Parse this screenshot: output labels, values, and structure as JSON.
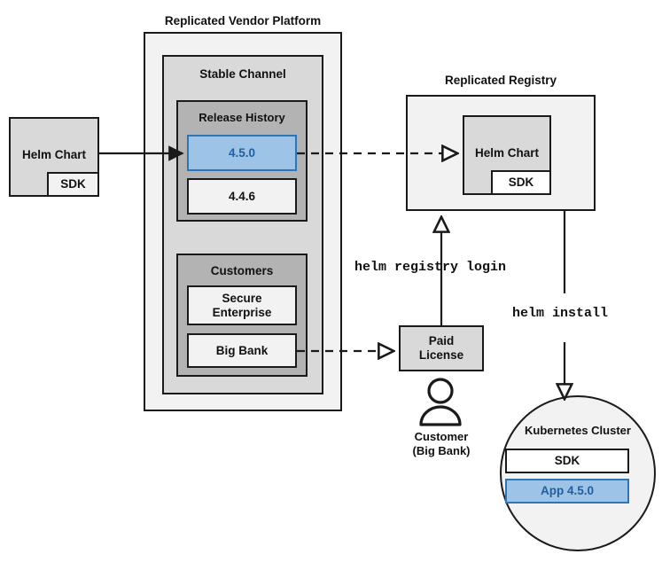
{
  "diagram": {
    "title_vendor_platform": "Replicated Vendor Platform",
    "title_registry": "Replicated Registry",
    "groups": {
      "stable_channel": "Stable Channel",
      "release_history": "Release History",
      "customers": "Customers",
      "kubernetes_cluster": "Kubernetes Cluster"
    },
    "nodes": {
      "helm_chart_left": "Helm Chart",
      "sdk_left": "SDK",
      "release_450": "4.5.0",
      "release_446": "4.4.6",
      "customer_secure_enterprise": "Secure\nEnterprise",
      "customer_secure_enterprise_line1": "Secure",
      "customer_secure_enterprise_line2": "Enterprise",
      "customer_big_bank": "Big Bank",
      "helm_chart_registry": "Helm Chart",
      "sdk_registry": "SDK",
      "paid_license_line1": "Paid",
      "paid_license_line2": "License",
      "cluster_sdk": "SDK",
      "cluster_app": "App 4.5.0"
    },
    "person": {
      "label_line1": "Customer",
      "label_line2": "(Big Bank)",
      "icon": "person-icon"
    },
    "commands": {
      "registry_login": "helm registry login",
      "install": "helm install"
    },
    "colors": {
      "accent_blue_fill": "#9DC3E6",
      "accent_blue_border": "#2E75B6",
      "accent_blue_text": "#1F5F9E",
      "stroke": "#1A1A1A",
      "fill_light": "#F2F2F2",
      "fill_mid": "#D9D9D9",
      "fill_dark": "#B3B3B3",
      "fill_white": "#FFFFFF"
    }
  }
}
